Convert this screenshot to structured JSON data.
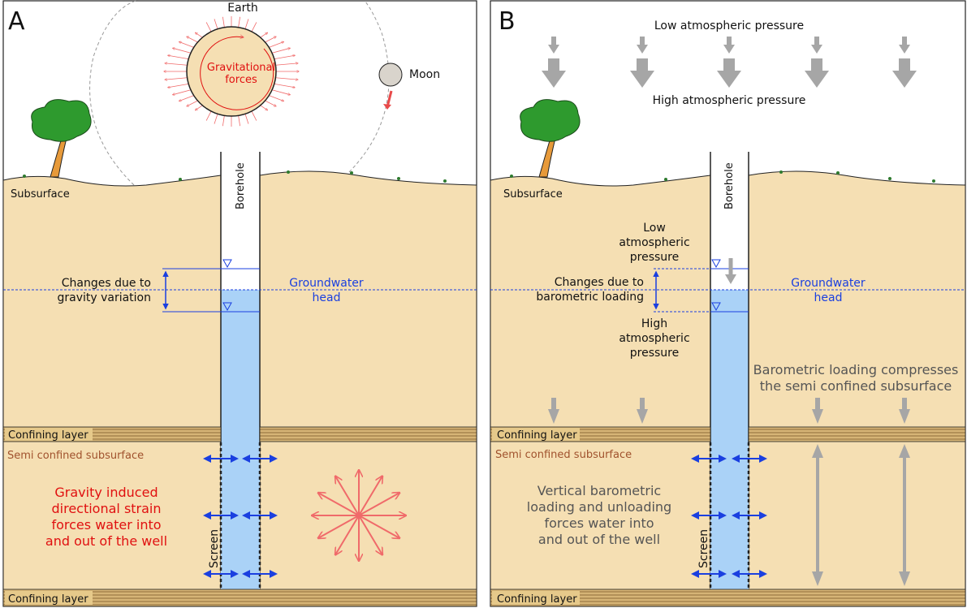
{
  "panel_a": {
    "letter": "A",
    "earth": "Earth",
    "moon": "Moon",
    "gravitational_forces": [
      "Gravitational",
      "forces"
    ],
    "subsurface": "Subsurface",
    "borehole": "Borehole",
    "changes": [
      "Changes due to",
      "gravity variation"
    ],
    "groundwater_head": [
      "Groundwater",
      "head"
    ],
    "confining_layer": "Confining layer",
    "semi_confined": "Semi confined subsurface",
    "strain_text": [
      "Gravity induced",
      "directional strain",
      "forces water into",
      "and out of the well"
    ],
    "screen": "Screen"
  },
  "panel_b": {
    "letter": "B",
    "low_pressure_top": "Low atmospheric pressure",
    "high_pressure_top": "High atmospheric pressure",
    "subsurface": "Subsurface",
    "borehole": "Borehole",
    "low_pressure": [
      "Low",
      "atmospheric",
      "pressure"
    ],
    "changes": [
      "Changes due to",
      "barometric loading"
    ],
    "high_pressure": [
      "High",
      "atmospheric",
      "pressure"
    ],
    "groundwater_head": [
      "Groundwater",
      "head"
    ],
    "compress_text": [
      "Barometric loading compresses",
      "the semi confined subsurface"
    ],
    "confining_layer": "Confining layer",
    "semi_confined": "Semi confined subsurface",
    "vertical_text": [
      "Vertical barometric",
      "loading and unloading",
      "forces water into",
      "and out of the well"
    ],
    "screen": "Screen"
  },
  "colors": {
    "soil": "#f5dfb3",
    "water": "#aad2f7",
    "blue_line": "#1a3fe0",
    "red_arrow": "#f06a6a",
    "grey_arrow": "#a6a6a6",
    "confining": "#c9a567",
    "tree_green": "#2e9a2e",
    "tree_trunk": "#e79a3a"
  }
}
